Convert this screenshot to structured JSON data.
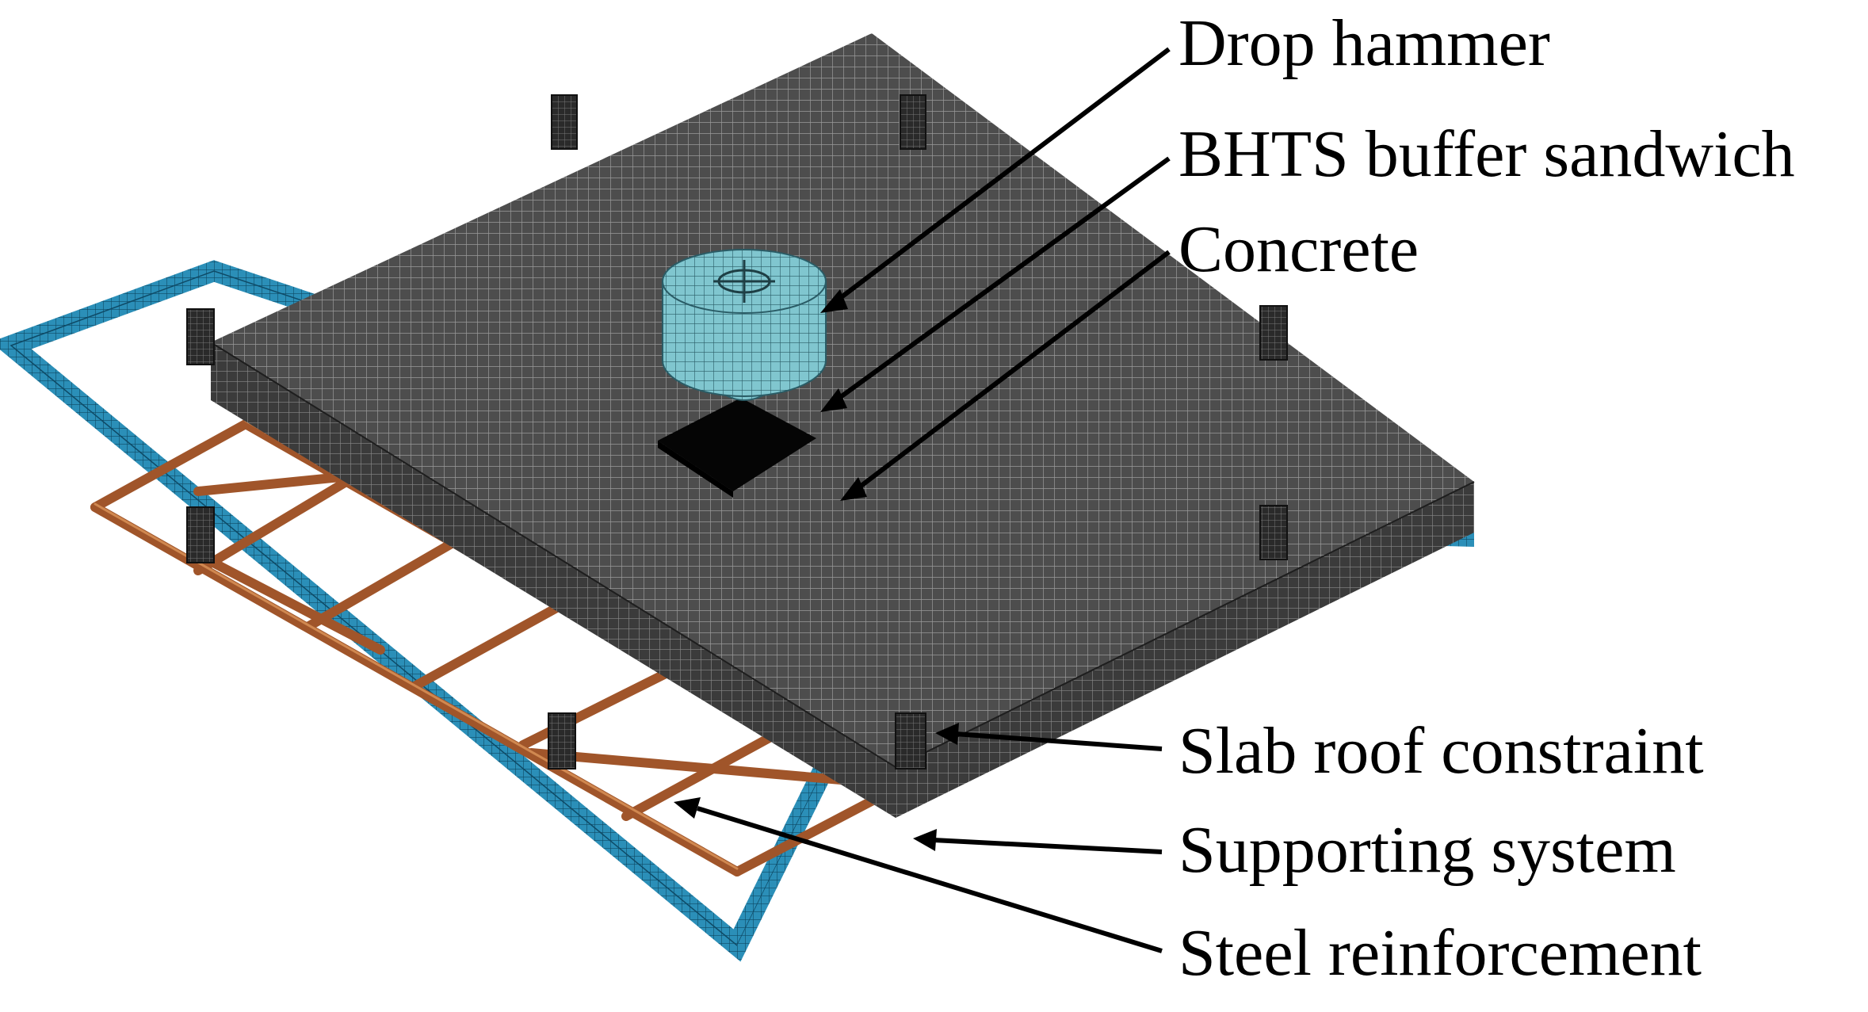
{
  "labels": {
    "drop_hammer": "Drop hammer",
    "bhts_buffer": "BHTS buffer sandwich",
    "concrete": "Concrete",
    "slab_roof_constraint": "Slab roof constraint",
    "supporting_system": "Supporting system",
    "steel_reinforcement": "Steel reinforcement"
  },
  "colors": {
    "concrete_top": "#4a4a4a",
    "concrete_side": "#3a3a3a",
    "mesh_line": "#8c8c8c",
    "support_frame": "#2b8fb8",
    "rebar": "#a0552a",
    "hammer": "#7fc4cc",
    "buffer": "#050505",
    "constraint": "#222222",
    "leader": "#000000"
  }
}
